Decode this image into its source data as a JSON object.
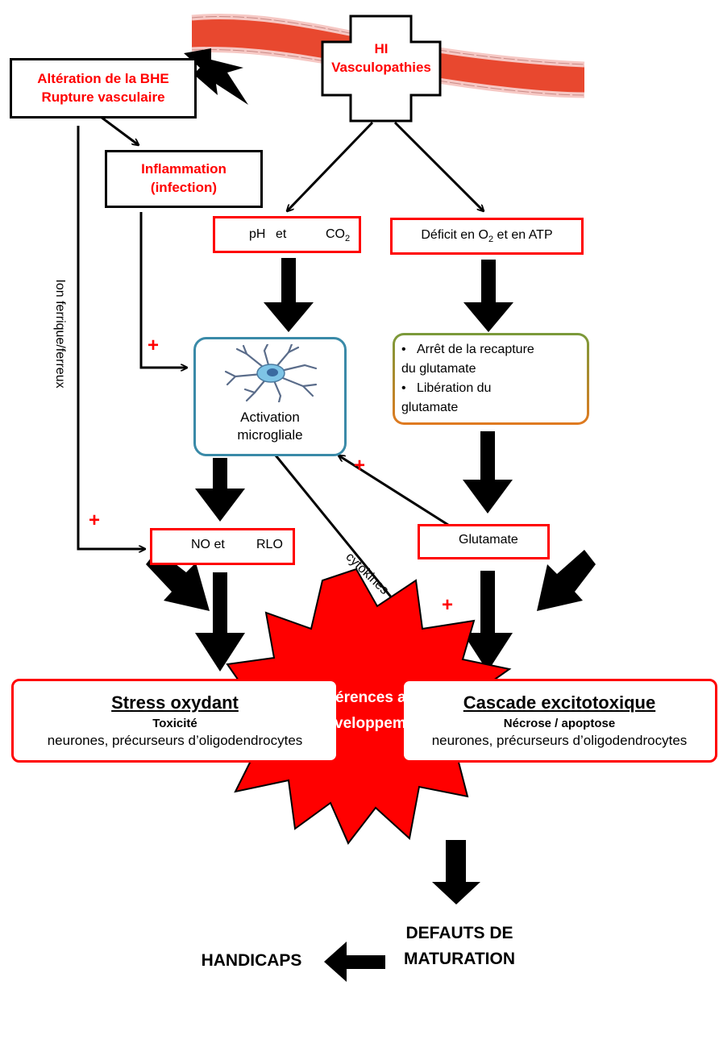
{
  "hi": {
    "line1": "HI",
    "line2": "Vasculopathies"
  },
  "bhe": {
    "line1": "Altération de la BHE",
    "line2": "Rupture vasculaire"
  },
  "inflammation": {
    "line1": "Inflammation",
    "line2": "(infection)"
  },
  "ph_box": {
    "ph": "pH",
    "et": "et",
    "co": "CO",
    "co_sub": "2"
  },
  "deficit": {
    "pre": "Déficit en O",
    "sub": "2",
    "post": " et en ATP"
  },
  "glutamate_box": {
    "bullet1_a": "Arrêt de la recapture",
    "bullet1_b": "du glutamate",
    "bullet2_a": "Libération du",
    "bullet2_b": "glutamate"
  },
  "microglia": {
    "line1": "Activation",
    "line2": "microgliale"
  },
  "no_box": {
    "no": "NO et",
    "rlo": "RLO"
  },
  "glutamate_small": {
    "label": "Glutamate"
  },
  "side_label": "Ion ferrique/ferreux",
  "cytokines": "cytokines",
  "plus": "+",
  "stress": {
    "title": "Stress oxydant",
    "sub": "Toxicité",
    "detail": "neurones, précurseurs d’oligodendrocytes"
  },
  "cascade": {
    "title": "Cascade excitotoxique",
    "sub": "Nécrose / apoptose",
    "detail": "neurones, précurseurs d’oligodendrocytes"
  },
  "star": {
    "line1": "Interférences avec",
    "line2": "le développement"
  },
  "defauts": {
    "line1": "DEFAUTS DE",
    "line2": "MATURATION"
  },
  "handicaps": "HANDICAPS",
  "colors": {
    "red": "#ff0000",
    "black": "#000000",
    "vessel": "#e8482f",
    "vessel_wall": "#f6c8c4",
    "microglia_border": "#3a8aa8",
    "glut_border_top": "#7a9a3a",
    "glut_border_bottom": "#e07a20"
  }
}
